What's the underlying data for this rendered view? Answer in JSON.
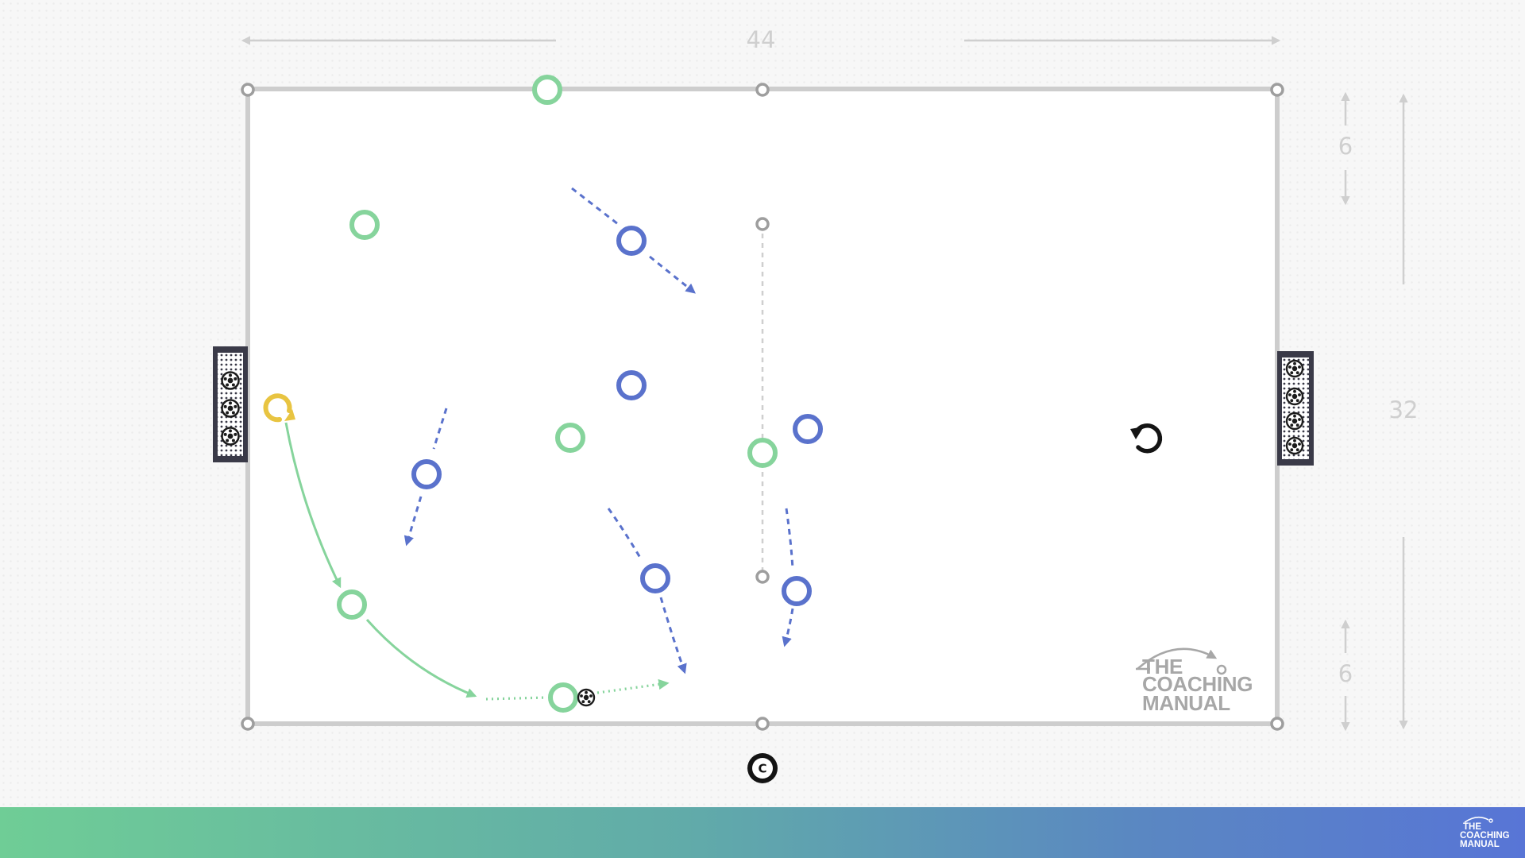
{
  "dimensions": {
    "width_label": "44",
    "height_label": "32",
    "zone_top_label": "6",
    "zone_bottom_label": "6"
  },
  "logo": {
    "line1": "THE",
    "line2": "COACHING",
    "line3": "MANUAL"
  },
  "bar_logo": {
    "line1": "THE",
    "line2": "COACHING",
    "line3": "MANUAL"
  },
  "colors": {
    "green_team": "#86d49c",
    "blue_team": "#5a72cc",
    "gold": "#e8c441",
    "pitch_line": "#cdcdcd",
    "goal": "#3a3a48",
    "marker": "#9e9e9e"
  },
  "icons": {
    "rotate_gold": "rotate-arrow-icon",
    "rotate_black": "rotate-arrow-icon",
    "coach": "coach-c-icon",
    "ball": "soccer-ball-icon"
  }
}
